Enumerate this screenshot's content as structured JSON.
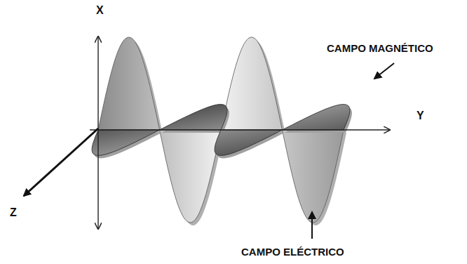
{
  "diagram": {
    "labels": [
      "X",
      "Y",
      "Z",
      "CAMPO MAGNÉTICO",
      "CAMPO ELÉCTRICO"
    ]
  }
}
